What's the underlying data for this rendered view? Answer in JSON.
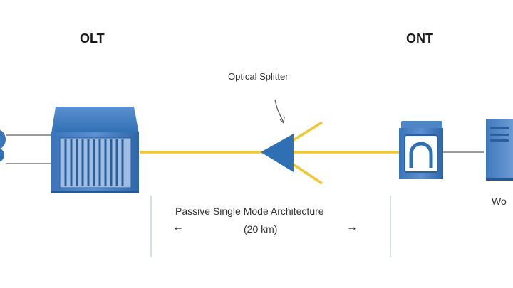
{
  "labels": {
    "olt": "OLT",
    "ont": "ONT",
    "splitter": "Optical Splitter",
    "architecture": "Passive Single Mode Architecture",
    "distance": "(20 km)",
    "left_arrow": "←",
    "right_arrow": "→",
    "workstation_partial": "Wo"
  },
  "colors": {
    "fiber": "#f2c632",
    "device_blue": "#2f6fb3",
    "device_light": "#8fb2dc",
    "cable_gray": "#9a9a9a"
  },
  "icons": [
    "cloud-icon",
    "olt-device-icon",
    "splitter-icon",
    "ont-device-icon",
    "workstation-icon"
  ]
}
